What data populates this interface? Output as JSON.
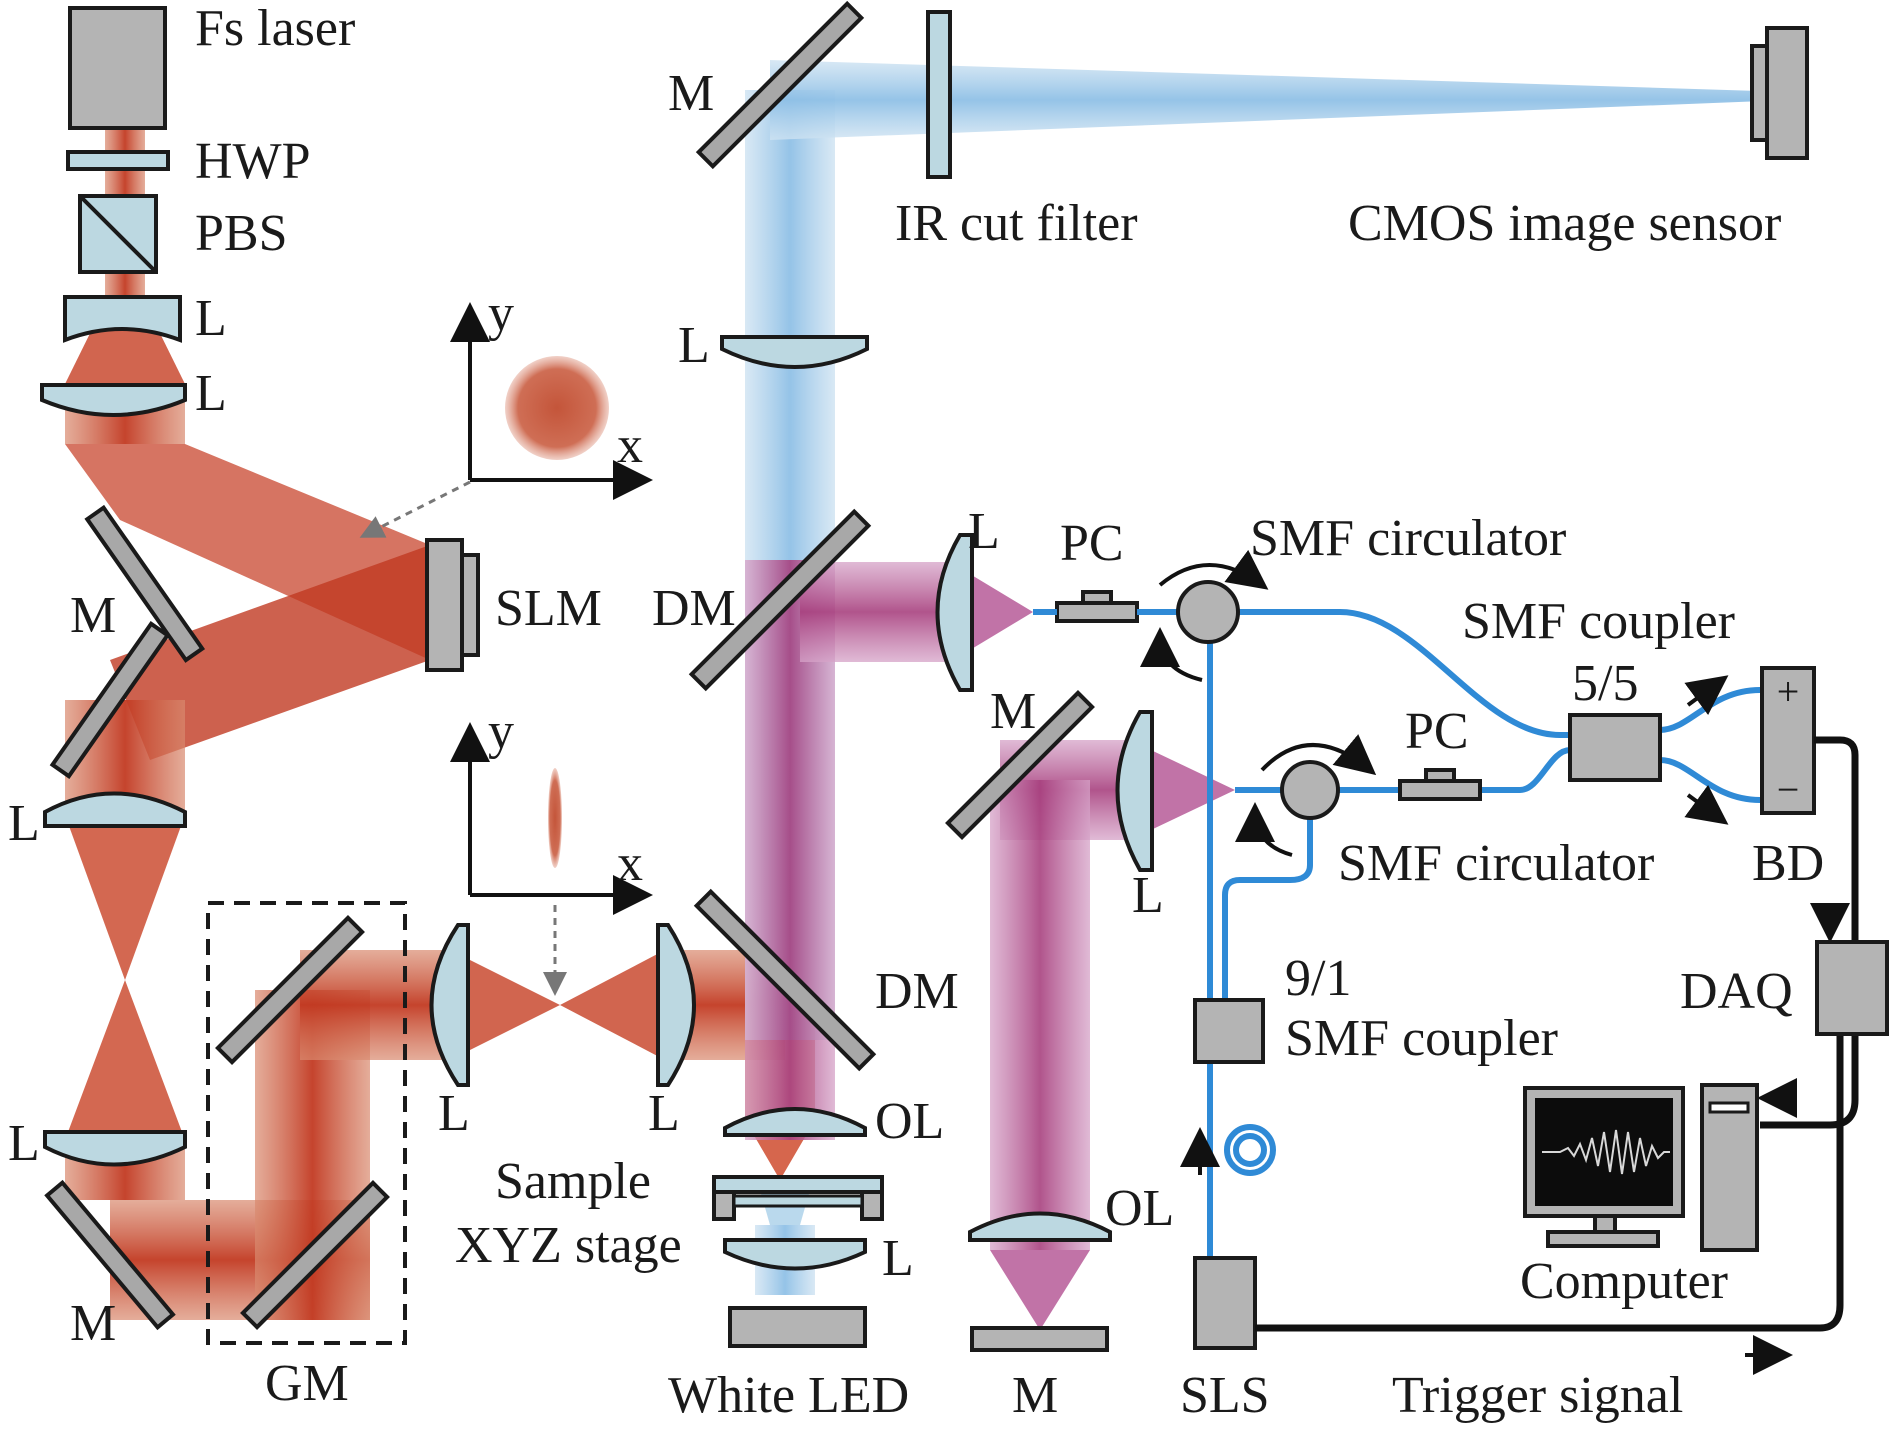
{
  "labels": {
    "fs_laser": "Fs laser",
    "hwp": "HWP",
    "pbs": "PBS",
    "l_top1": "L",
    "l_top2": "L",
    "m_left1": "M",
    "slm": "SLM",
    "l_left_mid": "L",
    "l_left_low": "L",
    "m_left_bottom": "M",
    "gm": "GM",
    "l_relay1": "L",
    "l_relay2": "L",
    "dm_lower": "DM",
    "ol_left": "OL",
    "sample": "Sample",
    "xyz_stage": "XYZ stage",
    "l_led": "L",
    "white_led": "White LED",
    "m_top": "M",
    "ir_cut_filter": "IR cut filter",
    "cmos": "CMOS image sensor",
    "l_vertical": "L",
    "dm_upper": "DM",
    "l_fiber1": "L",
    "pc1": "PC",
    "smf_circulator1": "SMF circulator",
    "smf_coupler_55_title": "SMF coupler",
    "ratio_55": "5/5",
    "bd_plus": "+",
    "bd_minus": "−",
    "bd": "BD",
    "m_ref": "M",
    "l_ref": "L",
    "pc2": "PC",
    "smf_circulator2": "SMF circulator",
    "ratio_91": "9/1",
    "smf_coupler_91": "SMF coupler",
    "daq": "DAQ",
    "ol_ref": "OL",
    "m_ref_bottom": "M",
    "computer": "Computer",
    "sls": "SLS",
    "trigger_signal": "Trigger signal",
    "axis_y1": "y",
    "axis_x1": "x",
    "axis_y2": "y",
    "axis_x2": "x"
  },
  "colors": {
    "laser_beam": "#c5402a",
    "imaging_beam": "#a9cfe8",
    "oct_beam": "#b04a8f",
    "fiber": "#2f8ad6",
    "lens_fill": "#bcd8e1",
    "component_fill": "#b4b4b4"
  }
}
